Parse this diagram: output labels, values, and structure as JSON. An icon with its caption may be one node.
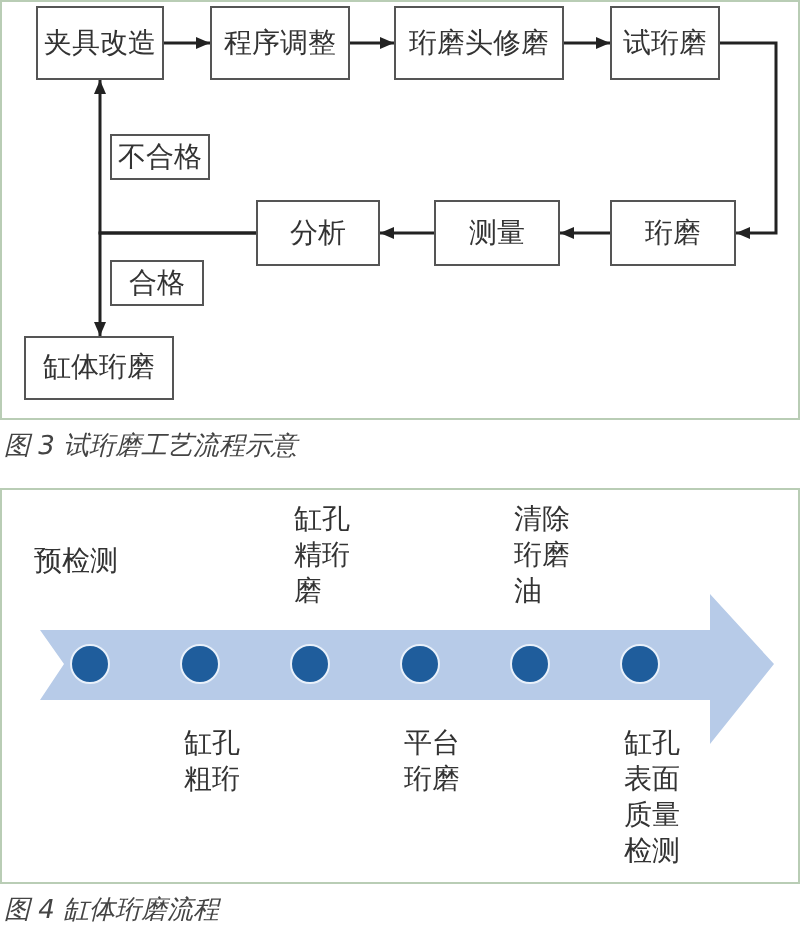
{
  "diagram": {
    "nodes": [
      {
        "text": [
          "夹具改造"
        ]
      },
      {
        "text": [
          "程序调整"
        ]
      },
      {
        "text": [
          "珩磨头修磨"
        ]
      },
      {
        "text": [
          "试珩磨"
        ]
      },
      {
        "text": [
          "珩磨"
        ]
      },
      {
        "text": [
          "测量"
        ]
      },
      {
        "text": [
          "分析"
        ]
      },
      {
        "text": [
          "缸体珩磨"
        ]
      },
      {
        "text": [],
        "shape": "circle",
        "beside": [
          "预检测"
        ]
      },
      {
        "text": [],
        "shape": "circle",
        "beside": [
          "缸孔粗珩"
        ]
      },
      {
        "text": [],
        "shape": "circle",
        "beside": [
          "缸孔精珩磨"
        ]
      },
      {
        "text": [],
        "shape": "circle",
        "beside": [
          "平台珩磨"
        ]
      },
      {
        "text": [],
        "shape": "circle",
        "beside": [
          "清除珩磨油"
        ]
      },
      {
        "text": [],
        "shape": "circle",
        "beside": [
          "缸孔表面质量检测"
        ]
      }
    ],
    "edges": [
      {
        "from": 0,
        "to": 1,
        "arrow": "to"
      },
      {
        "from": 1,
        "to": 2,
        "arrow": "to"
      },
      {
        "from": 2,
        "to": 3,
        "arrow": "to"
      },
      {
        "from": 3,
        "to": 4,
        "arrow": "to"
      },
      {
        "from": 4,
        "to": 5,
        "arrow": "to"
      },
      {
        "from": 5,
        "to": 6,
        "arrow": "to"
      },
      {
        "from": 6,
        "to": 0,
        "arrow": "to",
        "label": "不合格"
      },
      {
        "from": 6,
        "to": 7,
        "arrow": "to",
        "label": "合格"
      }
    ],
    "labels": [
      "图 3 试珩磨工艺流程示意",
      "图 4 缸体珩磨流程"
    ]
  }
}
